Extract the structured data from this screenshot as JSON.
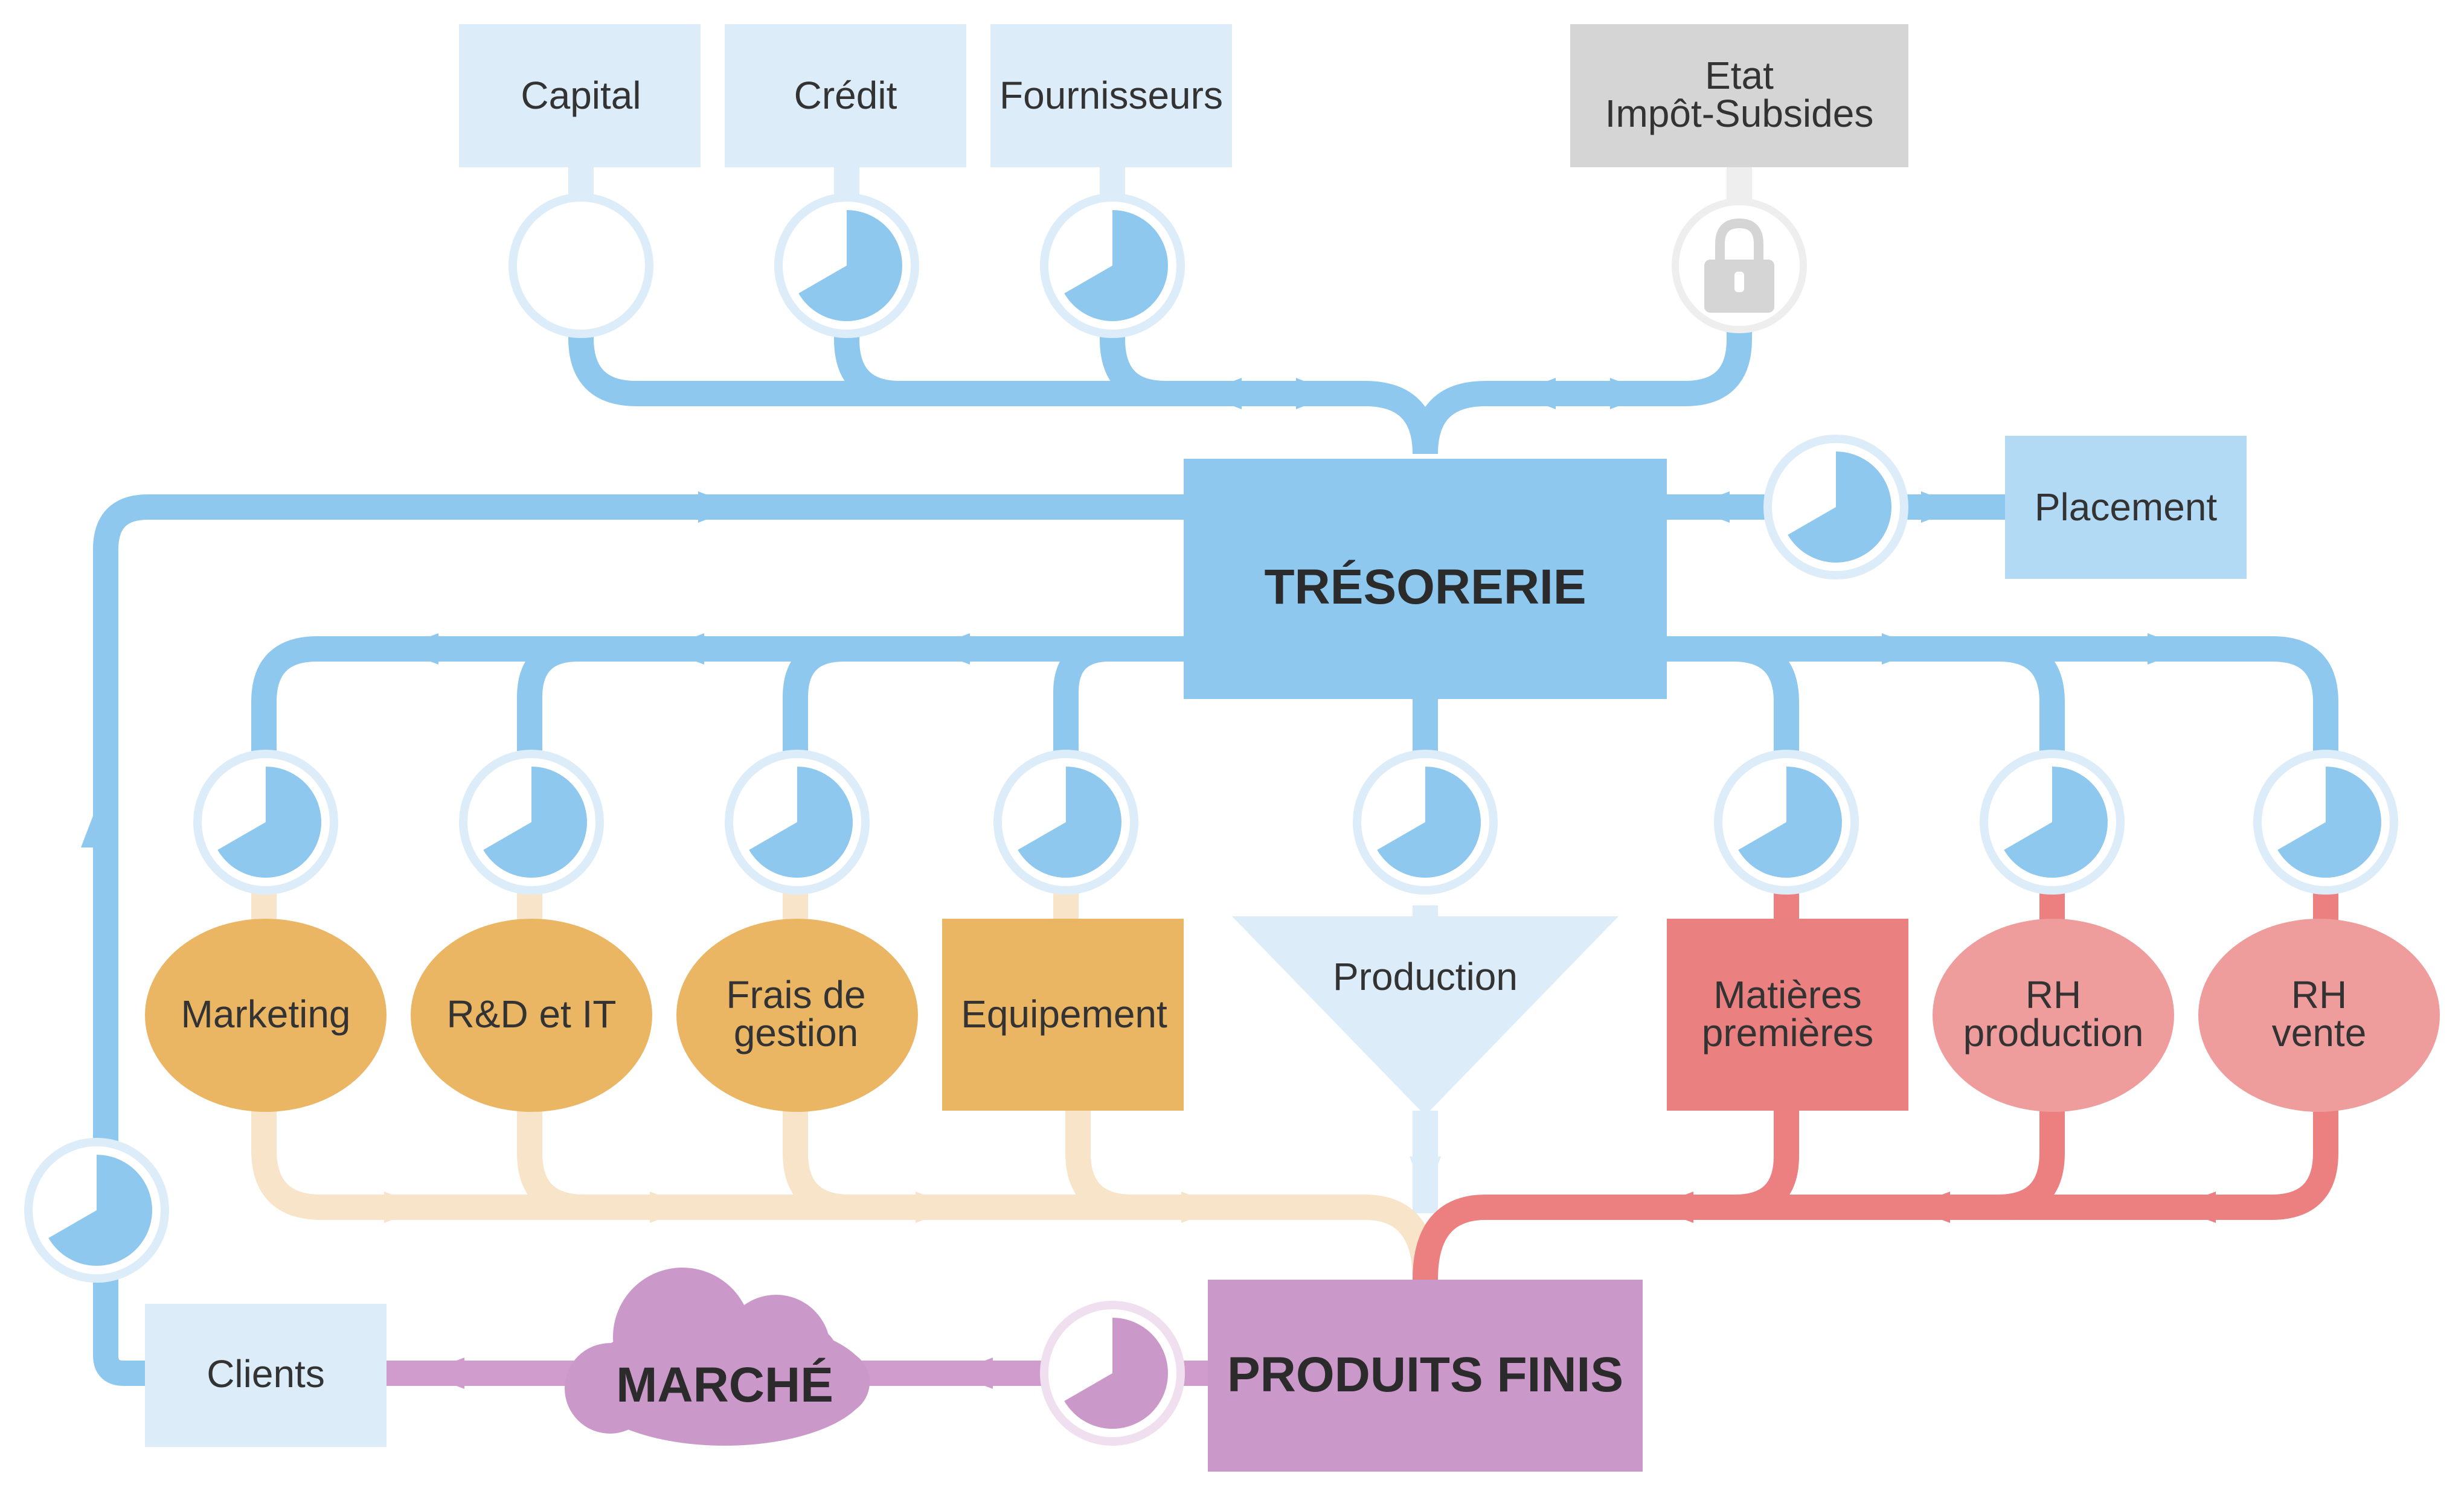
{
  "colors": {
    "blue_line": "#8ec8ee",
    "light_blue": "#dcedf9",
    "mid_blue": "#b3daf5",
    "treasury": "#8ec8ee",
    "grey_box": "#d5d5d5",
    "orange": "#ebb664",
    "orange_line": "#f8e4c9",
    "red_box": "#ea8080",
    "pink_oval": "#ef9c9c",
    "red_line": "#ec7f7f",
    "purple": "#cb98ca",
    "purple_line": "#cf9ccd"
  },
  "sources": {
    "capital": "Capital",
    "credit": "Crédit",
    "suppliers": "Fournisseurs",
    "state_line1": "Etat",
    "state_line2": "Impôt-Subsides"
  },
  "center": {
    "treasury": "TRÉSORERIE",
    "investment": "Placement",
    "production": "Production",
    "finished_goods": "PRODUITS FINIS",
    "market": "MARCHÉ",
    "clients": "Clients"
  },
  "expenses": {
    "marketing": "Marketing",
    "rnd": "R&D et IT",
    "overhead_line1": "Frais de",
    "overhead_line2": "gestion",
    "equipment": "Equipement",
    "raw_materials_line1": "Matières",
    "raw_materials_line2": "premières",
    "hr_production_line1": "RH",
    "hr_production_line2": "production",
    "hr_sales_line1": "RH",
    "hr_sales_line2": "vente"
  },
  "icons": {
    "timer": "timer-icon",
    "lock": "lock-icon",
    "arrow": "arrow-icon"
  }
}
